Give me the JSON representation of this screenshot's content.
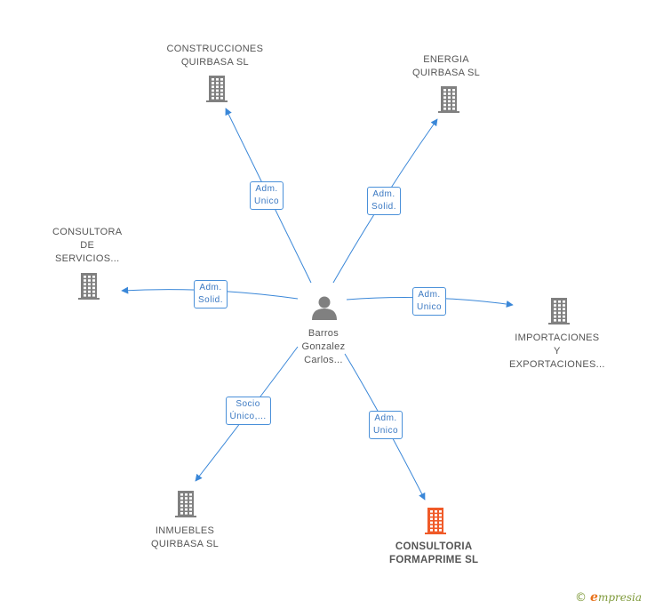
{
  "colors": {
    "edge": "#3a87d8",
    "building": "#808080",
    "building_focus": "#f05a28",
    "person": "#808080"
  },
  "person": {
    "icon": "person-icon",
    "lines": [
      "Barros",
      "Gonzalez",
      "Carlos..."
    ]
  },
  "companies": [
    {
      "id": "construcciones",
      "lines": [
        "CONSTRUCCIONES",
        "QUIRBASA SL"
      ],
      "icon": "building-icon",
      "focus": false
    },
    {
      "id": "energia",
      "lines": [
        "ENERGIA",
        "QUIRBASA SL"
      ],
      "icon": "building-icon",
      "focus": false
    },
    {
      "id": "consultora-servicios",
      "lines": [
        "CONSULTORA",
        "DE",
        "SERVICIOS..."
      ],
      "icon": "building-icon",
      "focus": false
    },
    {
      "id": "importaciones",
      "lines": [
        "IMPORTACIONES",
        "Y",
        "EXPORTACIONES..."
      ],
      "icon": "building-icon",
      "focus": false
    },
    {
      "id": "inmuebles",
      "lines": [
        "INMUEBLES",
        "QUIRBASA SL"
      ],
      "icon": "building-icon",
      "focus": false
    },
    {
      "id": "formaprime",
      "lines": [
        "CONSULTORIA",
        "FORMAPRIME SL"
      ],
      "icon": "building-icon",
      "focus": true
    }
  ],
  "edges": [
    {
      "to": "construcciones",
      "label": [
        "Adm.",
        "Unico"
      ]
    },
    {
      "to": "energia",
      "label": [
        "Adm.",
        "Solid."
      ]
    },
    {
      "to": "consultora-servicios",
      "label": [
        "Adm.",
        "Solid."
      ]
    },
    {
      "to": "importaciones",
      "label": [
        "Adm.",
        "Unico"
      ]
    },
    {
      "to": "inmuebles",
      "label": [
        "Socio",
        "Único,..."
      ]
    },
    {
      "to": "formaprime",
      "label": [
        "Adm.",
        "Unico"
      ]
    }
  ],
  "footer": {
    "copyright": "©",
    "brand_initial": "e",
    "brand_rest": "mpresia"
  }
}
